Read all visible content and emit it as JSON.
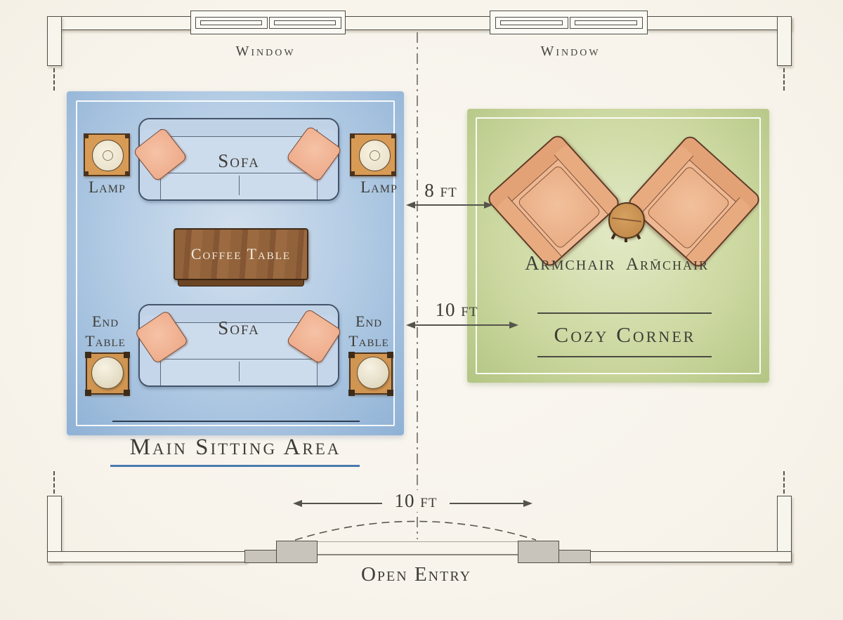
{
  "walls": {
    "window_left_label": "Window",
    "window_right_label": "Window",
    "open_entry_label": "Open Entry"
  },
  "main_sitting_area": {
    "title": "Main Sitting Area",
    "sofa_top_label": "Sofa",
    "sofa_bottom_label": "Sofa",
    "coffee_table_label": "Coffee Table",
    "lamp_left_label": "Lamp",
    "lamp_right_label": "Lamp",
    "end_table_left_label": "End Table",
    "end_table_right_label": "End Table"
  },
  "cozy_corner": {
    "title": "Cozy Corner",
    "armchair_left_label": "Armchair",
    "armchair_right_label": "Arm̄chair"
  },
  "dimensions": {
    "rug_gap": "8 ft",
    "corner_distance": "10 ft",
    "entry_width": "10 ft"
  },
  "colors": {
    "paper": "#f8f4ec",
    "wall_line": "#4f4d45",
    "blue_rug": "#b2cbe4",
    "green_rug": "#cdd9a2",
    "sofa_fill": "#cddcec",
    "armchair_fill": "#eeb893",
    "pillow_fill": "#eda988",
    "wood_brown": "#92623b",
    "underline_blue": "#4a7ab0",
    "navy_rug_line": "#2e3c50",
    "arrow_gray": "#55544c"
  }
}
